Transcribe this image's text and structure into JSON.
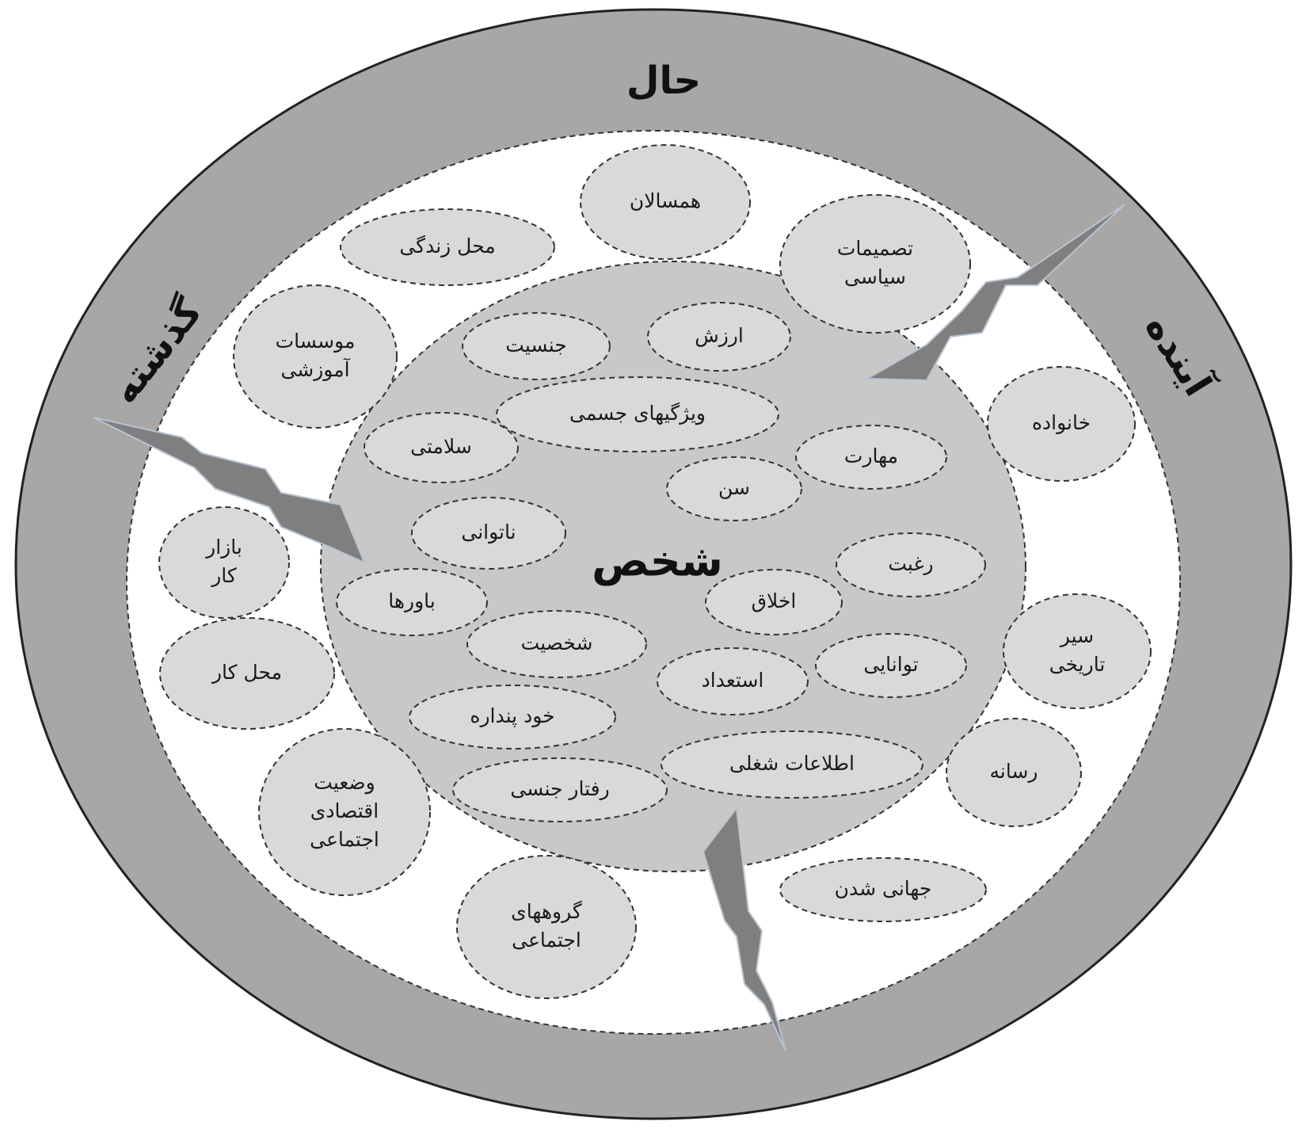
{
  "colors": {
    "outer_ring": "#a9a6a6",
    "middle_zone": "#ffffff",
    "inner_circle": "#c8c8c8",
    "bubble_fill": "#d9d9d9",
    "bolt": "#7f7f7f"
  },
  "ring_labels": {
    "present": "حال",
    "past": "گذشته",
    "future": "آینده"
  },
  "center_label": "شخص",
  "inner_factors": [
    [
      "ارزش"
    ],
    [
      "جنسیت"
    ],
    [
      "ویژگیهای جسمی"
    ],
    [
      "سلامتی"
    ],
    [
      "مهارت"
    ],
    [
      "سن"
    ],
    [
      "ناتوانی"
    ],
    [
      "رغبت"
    ],
    [
      "باورها"
    ],
    [
      "اخلاق"
    ],
    [
      "شخصیت"
    ],
    [
      "توانایی"
    ],
    [
      "استعداد"
    ],
    [
      "خود پنداره"
    ],
    [
      "اطلاعات شغلی"
    ],
    [
      "رفتار جنسی"
    ]
  ],
  "outer_factors": [
    [
      "همسالان"
    ],
    [
      "محل زندگی"
    ],
    [
      "تصمیمات",
      "سیاسی"
    ],
    [
      "موسسات",
      "آموزشی"
    ],
    [
      "خانواده"
    ],
    [
      "بازار",
      "کار"
    ],
    [
      "سیر",
      "تاریخی"
    ],
    [
      "محل کار"
    ],
    [
      "رسانه"
    ],
    [
      "وضعیت",
      "اقتصادی",
      "اجتماعی"
    ],
    [
      "گروههای",
      "اجتماعی"
    ],
    [
      "جهانی شدن"
    ]
  ]
}
